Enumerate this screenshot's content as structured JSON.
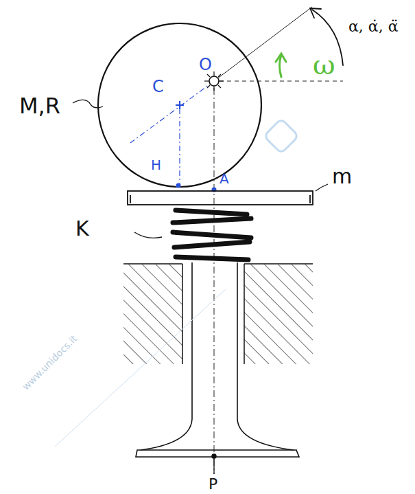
{
  "diagram": {
    "labels": [
      "M,R",
      "C",
      "O",
      "ω",
      "α, α̇, α̈",
      "H",
      "A",
      "m",
      "K",
      "P",
      "www.unidocs.it"
    ]
  }
}
